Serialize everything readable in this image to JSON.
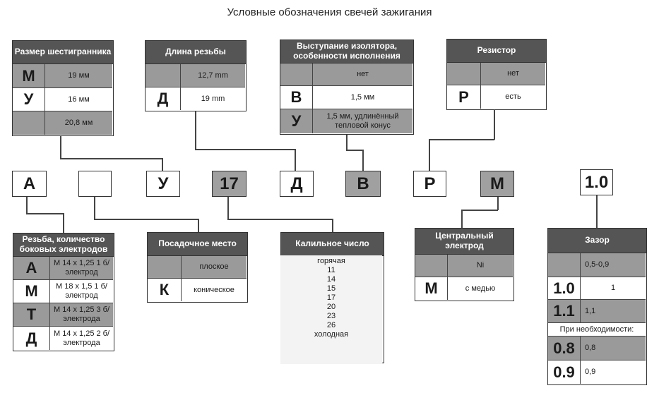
{
  "title": "Условные обозначения свечей зажигания",
  "hex_size": {
    "header": "Размер шестигранника",
    "rows": [
      {
        "code": "М",
        "value": "19 мм"
      },
      {
        "code": "У",
        "value": "16 мм"
      },
      {
        "code": "",
        "value": "20,8 мм"
      }
    ]
  },
  "thread_length": {
    "header": "Длина резьбы",
    "rows": [
      {
        "code": "",
        "value": "12,7 mm"
      },
      {
        "code": "Д",
        "value": "19 mm"
      }
    ]
  },
  "insulator": {
    "header": "Выступание изолятора, особенности исполнения",
    "rows": [
      {
        "code": "",
        "value": "нет"
      },
      {
        "code": "В",
        "value": "1,5 мм"
      },
      {
        "code": "У",
        "value": "1,5 мм, удлинённый тепловой конус"
      }
    ]
  },
  "resistor": {
    "header": "Резистор",
    "rows": [
      {
        "code": "",
        "value": "нет"
      },
      {
        "code": "Р",
        "value": "есть"
      }
    ]
  },
  "designation": [
    "А",
    "",
    "У",
    "17",
    "Д",
    "В",
    "Р",
    "М",
    "1.0"
  ],
  "thread": {
    "header": "Резьба, количество боковых электродов",
    "rows": [
      {
        "code": "А",
        "value": "М 14 х 1,25 1 б/электрод"
      },
      {
        "code": "М",
        "value": "М 18 х 1,5 1 б/электрод"
      },
      {
        "code": "Т",
        "value": "М 14 х 1,25 3 б/электрода"
      },
      {
        "code": "Д",
        "value": "М 14 х 1,25 2 б/электрода"
      }
    ]
  },
  "seat": {
    "header": "Посадочное место",
    "rows": [
      {
        "code": "",
        "value": "плоское"
      },
      {
        "code": "К",
        "value": "коническое"
      }
    ]
  },
  "heat_range": {
    "header": "Калильное число",
    "items": [
      "горячая",
      "11",
      "14",
      "15",
      "17",
      "20",
      "23",
      "26",
      "холодная"
    ]
  },
  "center_electrode": {
    "header": "Центральный электрод",
    "rows": [
      {
        "code": "",
        "value": "Ni"
      },
      {
        "code": "М",
        "value": "с медью"
      }
    ]
  },
  "gap": {
    "header": "Зазор",
    "rows": [
      {
        "code": "",
        "value": "0,5-0,9"
      },
      {
        "code": "1.0",
        "value": "1"
      },
      {
        "code": "1.1",
        "value": "1,1"
      }
    ],
    "note": "При необходимости:",
    "extra_rows": [
      {
        "code": "0.8",
        "value": "0,8"
      },
      {
        "code": "0.9",
        "value": "0,9"
      }
    ]
  }
}
